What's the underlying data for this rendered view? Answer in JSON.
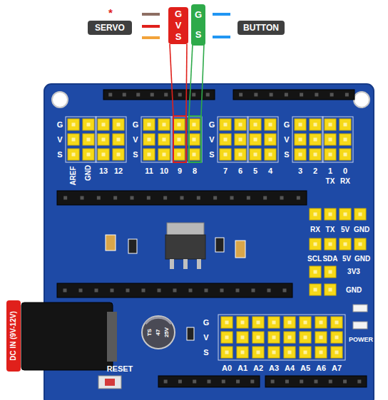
{
  "diagram": {
    "nodes": [
      {
        "text": [
          "SERVO"
        ]
      },
      {
        "text": [
          "G V S"
        ]
      },
      {
        "text": [
          "G S"
        ]
      },
      {
        "text": [
          "BUTTON"
        ]
      },
      {
        "text": [
          "DC IN (9V-12V)"
        ]
      }
    ],
    "labels": [
      "*",
      "G",
      "V",
      "S",
      "G",
      "V",
      "S",
      "G",
      "V",
      "S",
      "G",
      "V",
      "S",
      "AREF",
      "GND",
      "13",
      "12",
      "11",
      "10",
      "9",
      "8",
      "7",
      "6",
      "5",
      "4",
      "3",
      "2",
      "1",
      "0",
      "TX",
      "RX",
      "RX",
      "TX",
      "5V",
      "GND",
      "SCL",
      "SDA",
      "5V",
      "GND",
      "3V3",
      "GND",
      "TS",
      "47",
      "25V",
      "G",
      "V",
      "S",
      "RESET",
      "POWER",
      "A0",
      "A1",
      "A2",
      "A3",
      "A4",
      "A5",
      "A6",
      "A7"
    ]
  }
}
